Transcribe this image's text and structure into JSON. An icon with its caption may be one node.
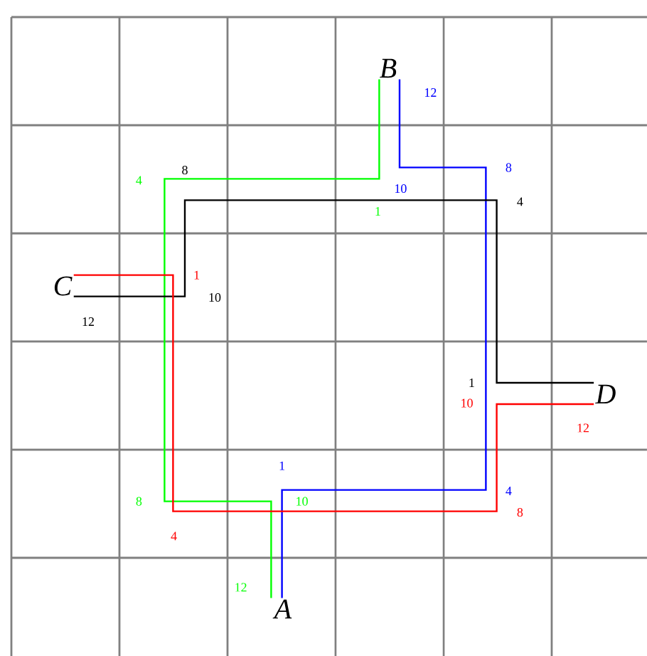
{
  "diagram": {
    "nodes": [
      {
        "text": [
          "B"
        ]
      },
      {
        "text": [
          "C"
        ]
      },
      {
        "text": [
          "D"
        ]
      },
      {
        "text": [
          "A"
        ]
      }
    ],
    "edges": [
      {
        "from": 0,
        "to": 3,
        "arrow": "none",
        "color": "#00ff00"
      },
      {
        "from": 0,
        "to": 3,
        "arrow": "none",
        "color": "#0000ff"
      },
      {
        "from": 1,
        "to": 2,
        "arrow": "none",
        "color": "#000000"
      },
      {
        "from": 1,
        "to": 2,
        "arrow": "none",
        "color": "#ff0000"
      }
    ],
    "labels": [
      "12",
      "4",
      "8",
      "8",
      "1",
      "10",
      "4",
      "1",
      "10",
      "12",
      "1",
      "10",
      "12",
      "1",
      "8",
      "10",
      "4",
      "8",
      "4",
      "12"
    ]
  }
}
